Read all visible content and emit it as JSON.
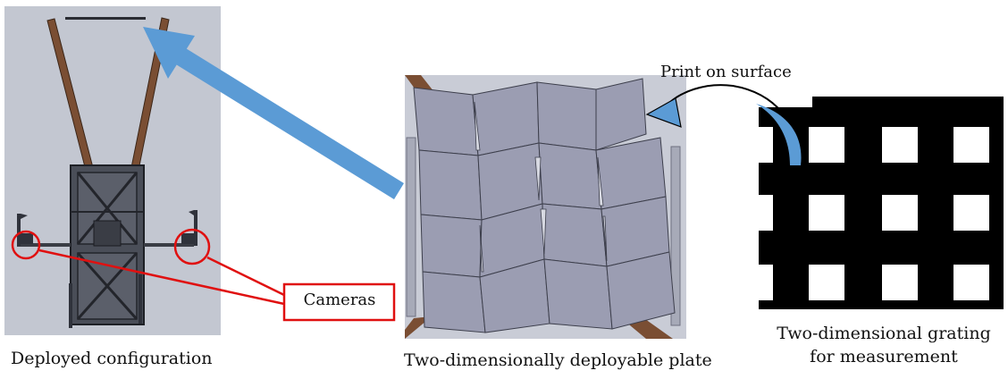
{
  "captions": {
    "left": "Deployed configuration",
    "middle": "Two-dimensionally deployable plate",
    "right_line1": "Two-dimensional grating",
    "right_line2": "for measurement",
    "print": "Print on surface",
    "cameras": "Cameras"
  },
  "colors": {
    "cad_background": "#c3c7d1",
    "plate_panel": "#9b9db2",
    "frame_dark": "#2f323b",
    "wood_rod": "#7a4e33",
    "arrow_blue": "#5b9bd5",
    "callout_red": "#e01010",
    "grating_black": "#000000"
  },
  "grating": {
    "rows": 3,
    "cols": 3
  }
}
